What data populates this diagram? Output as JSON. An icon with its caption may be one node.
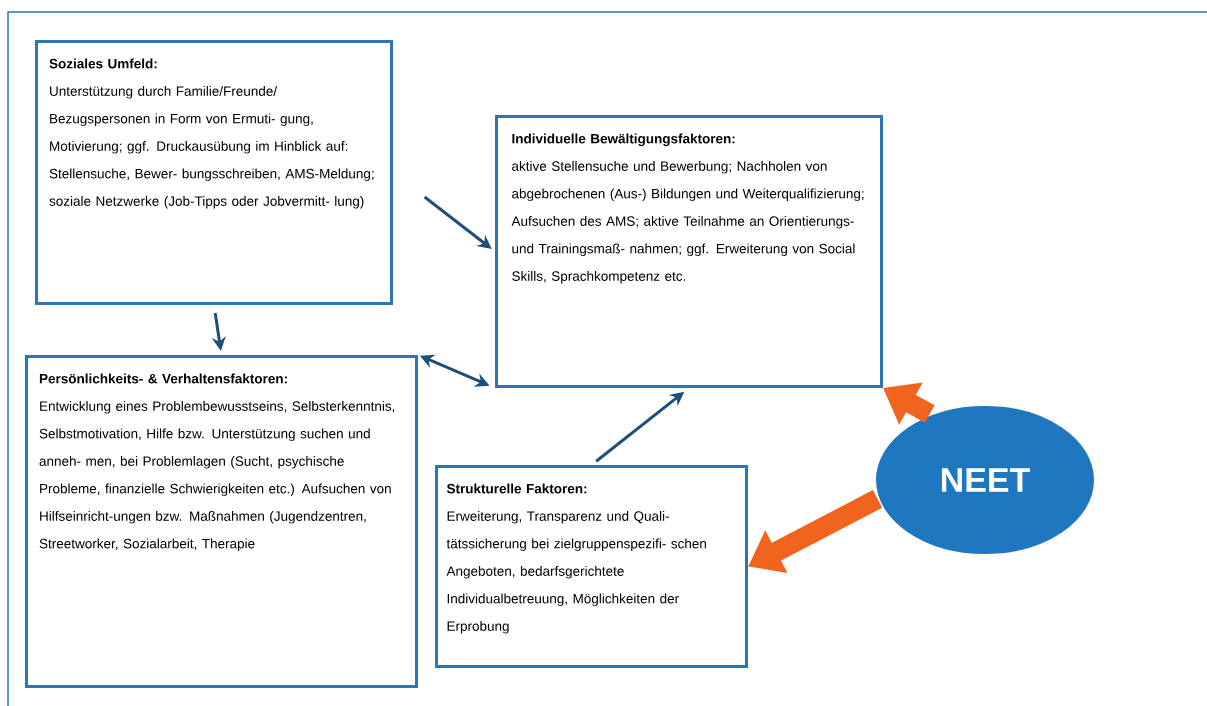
{
  "diagram": {
    "nodes": [
      {
        "text": [
          "Soziales Umfeld:",
          "Unterstützung durch Familie/Freunde/ Bezugspersonen in Form von Ermuti- gung, Motivierung; ggf. Druckausübung im Hinblick auf: Stellensuche, Bewer- bungsschreiben, AMS-Meldung; soziale Netzwerke (Job-Tipps oder Jobvermitt- lung)"
        ]
      },
      {
        "text": [
          "Individuelle Bewältigungsfaktoren:",
          "aktive Stellensuche und Bewerbung; Nachholen von abgebrochenen (Aus-) Bildungen und Weiterqualifizierung; Aufsuchen des AMS; aktive Teilnahme an Orientierungs- und Trainingsmaß- nahmen; ggf. Erweiterung von Social Skills, Sprachkompetenz etc."
        ]
      },
      {
        "text": [
          "Persönlichkeits- & Verhaltensfaktoren:",
          "Entwicklung eines Problembewusstseins, Selbsterkenntnis, Selbstmotivation, Hilfe bzw. Unterstützung suchen und anneh- men, bei Problemlagen (Sucht, psychische Probleme, finanzielle Schwierigkeiten etc.) Aufsuchen von Hilfseinricht-ungen bzw. Maßnahmen (Jugendzentren, Streetworker, Sozialarbeit, Therapie"
        ]
      },
      {
        "text": [
          "Strukturelle Faktoren:",
          "Erweiterung, Transparenz und Quali- tätssicherung bei zielgruppenspezifi- schen Angeboten, bedarfsgerichtete Individualbetreuung, Möglichkeiten der Erprobung"
        ]
      },
      {
        "text": [
          "NEET"
        ]
      }
    ],
    "edges": [
      {
        "from": 0,
        "to": 1,
        "arrow": "to"
      },
      {
        "from": 0,
        "to": 2,
        "arrow": "to"
      },
      {
        "from": 2,
        "to": 1,
        "arrow": "both"
      },
      {
        "from": 3,
        "to": 1,
        "arrow": "to"
      },
      {
        "from": 4,
        "to": 1,
        "arrow": "to",
        "style": "thick",
        "color": "#f0641e"
      },
      {
        "from": 4,
        "to": 3,
        "arrow": "to",
        "style": "thick",
        "color": "#f0641e"
      }
    ]
  }
}
